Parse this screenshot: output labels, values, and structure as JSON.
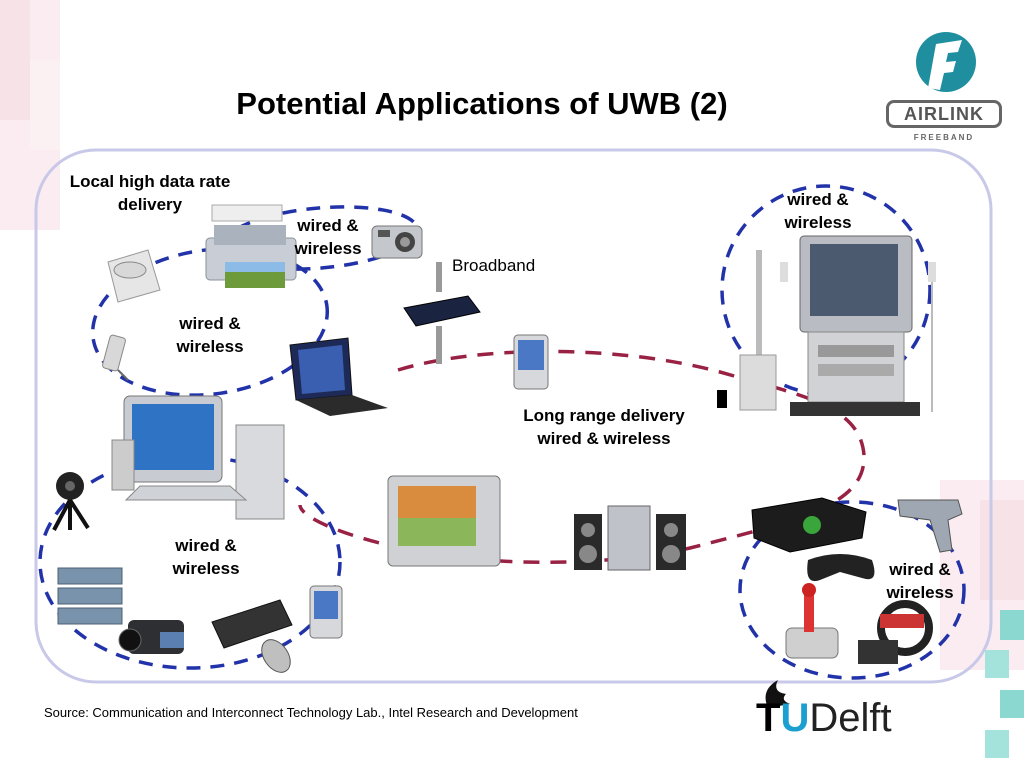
{
  "title": "Potential Applications of UWB (2)",
  "labels": {
    "local_delivery": "Local high data rate delivery",
    "printer_group": "wired & wireless",
    "left_group": "wired & wireless",
    "tv_group": "wired & wireless",
    "broadband": "Broadband",
    "long_range": "Long range delivery wired & wireless",
    "pc_group": "wired & wireless",
    "game_group": "wired & wireless"
  },
  "source": "Source: Communication and Interconnect Technology Lab., Intel Research and Development",
  "logos": {
    "airlink": "AIRLINK",
    "freeband": "FREEBAND",
    "tudelft_t": "T",
    "tudelft_u": "U",
    "tudelft_rest": "Delft"
  },
  "colors": {
    "blue_dash": "#2233aa",
    "red_dash": "#992244",
    "frame": "#c8c8e8",
    "airlink_teal": "#1f8fa0",
    "tudelft_blue": "#1a9fd0",
    "deco_pink": "#f0c8d4",
    "deco_teal": "#7fd4cc"
  }
}
